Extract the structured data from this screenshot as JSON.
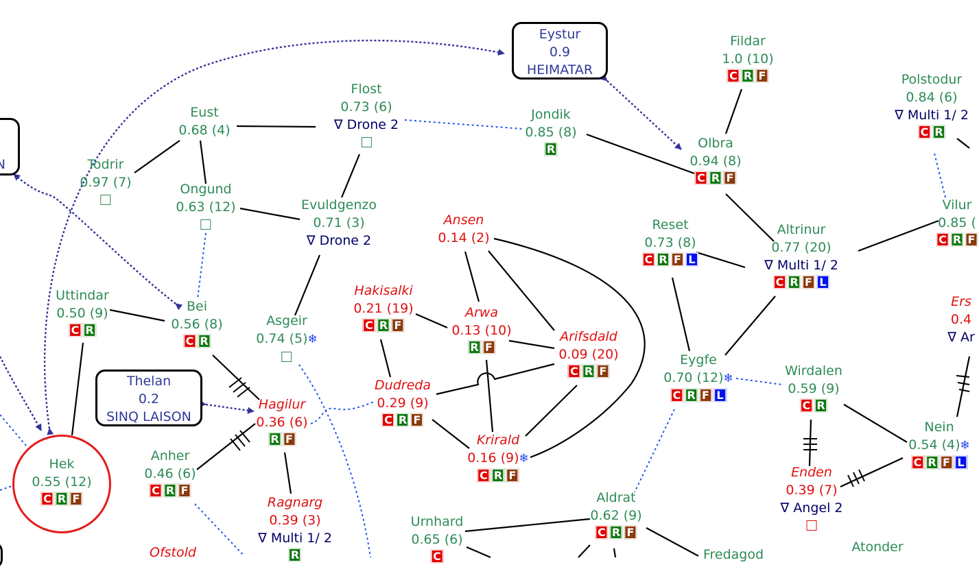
{
  "colors": {
    "stable": "#2e8b57",
    "unstable": "#e01010",
    "extra": "#000066",
    "region": "#303a9a",
    "dotted": "#2255ee",
    "arrow": "#33339a",
    "badge_C": "#e00000",
    "badge_R": "#117711",
    "badge_F": "#8b3a0e",
    "badge_L": "#0011ee"
  },
  "regions": [
    {
      "id": "eystur",
      "lines": [
        "Eystur",
        "0.9",
        "HEIMATAR"
      ]
    },
    {
      "id": "thelan",
      "lines": [
        "Thelan",
        "0.2",
        "SINQ LAISON"
      ]
    },
    {
      "id": "left-offscreen",
      "lines": [
        "N"
      ]
    }
  ],
  "nodes": [
    {
      "id": "fildar",
      "name": "Fildar",
      "stat": "1.0 (10)",
      "badges": [
        "C",
        "R",
        "F"
      ],
      "state": "stable"
    },
    {
      "id": "polstodur",
      "name": "Polstodur",
      "stat": "0.84 (6)",
      "extra": "∇ Multi 1/ 2",
      "badges": [
        "C",
        "R"
      ],
      "state": "stable"
    },
    {
      "id": "flost",
      "name": "Flost",
      "stat": "0.73 (6)",
      "extra": "∇ Drone 2",
      "square": true,
      "state": "stable"
    },
    {
      "id": "eust",
      "name": "Eust",
      "stat": "0.68 (4)",
      "state": "stable"
    },
    {
      "id": "jondik",
      "name": "Jondik",
      "stat": "0.85 (8)",
      "badges": [
        "R"
      ],
      "state": "stable"
    },
    {
      "id": "olbra",
      "name": "Olbra",
      "stat": "0.94 (8)",
      "badges": [
        "C",
        "R",
        "F"
      ],
      "state": "stable"
    },
    {
      "id": "todrir",
      "name": "Todrir",
      "stat": "0.97 (7)",
      "square": true,
      "state": "stable"
    },
    {
      "id": "ongund",
      "name": "Ongund",
      "stat": "0.63 (12)",
      "square": true,
      "state": "stable"
    },
    {
      "id": "evuldgenzo",
      "name": "Evuldgenzo",
      "stat": "0.71 (3)",
      "extra": "∇ Drone 2",
      "state": "stable"
    },
    {
      "id": "ansen",
      "name": "Ansen",
      "stat": "0.14 (2)",
      "state": "unstable"
    },
    {
      "id": "reset",
      "name": "Reset",
      "stat": "0.73 (8)",
      "badges": [
        "C",
        "R",
        "F",
        "L"
      ],
      "state": "stable"
    },
    {
      "id": "altrinur",
      "name": "Altrinur",
      "stat": "0.77 (20)",
      "extra": "∇ Multi 1/ 2",
      "badges": [
        "C",
        "R",
        "F",
        "L"
      ],
      "state": "stable"
    },
    {
      "id": "vilur",
      "name": "Vilur",
      "stat": "0.85 (",
      "badges": [
        "C",
        "R",
        "F"
      ],
      "state": "stable"
    },
    {
      "id": "uttindar",
      "name": "Uttindar",
      "stat": "0.50 (9)",
      "badges": [
        "C",
        "R"
      ],
      "state": "stable"
    },
    {
      "id": "bei",
      "name": "Bei",
      "stat": "0.56 (8)",
      "badges": [
        "C",
        "R"
      ],
      "state": "stable"
    },
    {
      "id": "asgeir",
      "name": "Asgeir",
      "stat": "0.74 (5)",
      "snow": true,
      "square": true,
      "state": "stable"
    },
    {
      "id": "hakisalki",
      "name": "Hakisalki",
      "stat": "0.21 (19)",
      "badges": [
        "C",
        "R",
        "F"
      ],
      "state": "unstable"
    },
    {
      "id": "arwa",
      "name": "Arwa",
      "stat": "0.13 (10)",
      "badges": [
        "R",
        "F"
      ],
      "state": "unstable"
    },
    {
      "id": "arifsdald",
      "name": "Arifsdald",
      "stat": "0.09 (20)",
      "badges": [
        "C",
        "R",
        "F"
      ],
      "state": "unstable"
    },
    {
      "id": "ers",
      "name": "Ers",
      "stat": "0.4",
      "extra": "∇ Ar",
      "state": "unstable"
    },
    {
      "id": "eygfe",
      "name": "Eygfe",
      "stat": "0.70 (12)",
      "snow": true,
      "badges": [
        "C",
        "R",
        "F",
        "L"
      ],
      "state": "stable"
    },
    {
      "id": "wirdalen",
      "name": "Wirdalen",
      "stat": "0.59 (9)",
      "badges": [
        "C",
        "R"
      ],
      "state": "stable"
    },
    {
      "id": "dudreda",
      "name": "Dudreda",
      "stat": "0.29 (9)",
      "badges": [
        "C",
        "R",
        "F"
      ],
      "state": "unstable"
    },
    {
      "id": "hagilur",
      "name": "Hagilur",
      "stat": "0.36 (6)",
      "badges": [
        "R",
        "F"
      ],
      "state": "unstable"
    },
    {
      "id": "krirald",
      "name": "Krirald",
      "stat": "0.16 (9)",
      "snow": true,
      "badges": [
        "C",
        "R",
        "F"
      ],
      "state": "unstable"
    },
    {
      "id": "nein",
      "name": "Nein",
      "stat": "0.54 (4)",
      "snow": true,
      "badges": [
        "C",
        "R",
        "F",
        "L"
      ],
      "state": "stable"
    },
    {
      "id": "hek",
      "name": "Hek",
      "stat": "0.55 (12)",
      "badges": [
        "C",
        "R",
        "F"
      ],
      "state": "stable"
    },
    {
      "id": "anher",
      "name": "Anher",
      "stat": "0.46 (6)",
      "badges": [
        "C",
        "R",
        "F"
      ],
      "state": "stable"
    },
    {
      "id": "enden",
      "name": "Enden",
      "stat": "0.39 (7)",
      "extra": "∇ Angel 2",
      "square": true,
      "state": "unstable"
    },
    {
      "id": "aldrat",
      "name": "Aldrat",
      "stat": "0.62 (9)",
      "badges": [
        "C",
        "R",
        "F"
      ],
      "state": "stable"
    },
    {
      "id": "ragnarg",
      "name": "Ragnarg",
      "stat": "0.39 (3)",
      "extra": "∇ Multi 1/ 2",
      "badges": [
        "R"
      ],
      "state": "unstable"
    },
    {
      "id": "urnhard",
      "name": "Urnhard",
      "stat": "0.65 (6)",
      "badges": [
        "C"
      ],
      "state": "stable"
    },
    {
      "id": "ofstold",
      "name": "Ofstold",
      "state": "unstable"
    },
    {
      "id": "fredagod",
      "name": "Fredagod",
      "state": "stable"
    },
    {
      "id": "atonder",
      "name": "Atonder",
      "state": "stable"
    }
  ]
}
